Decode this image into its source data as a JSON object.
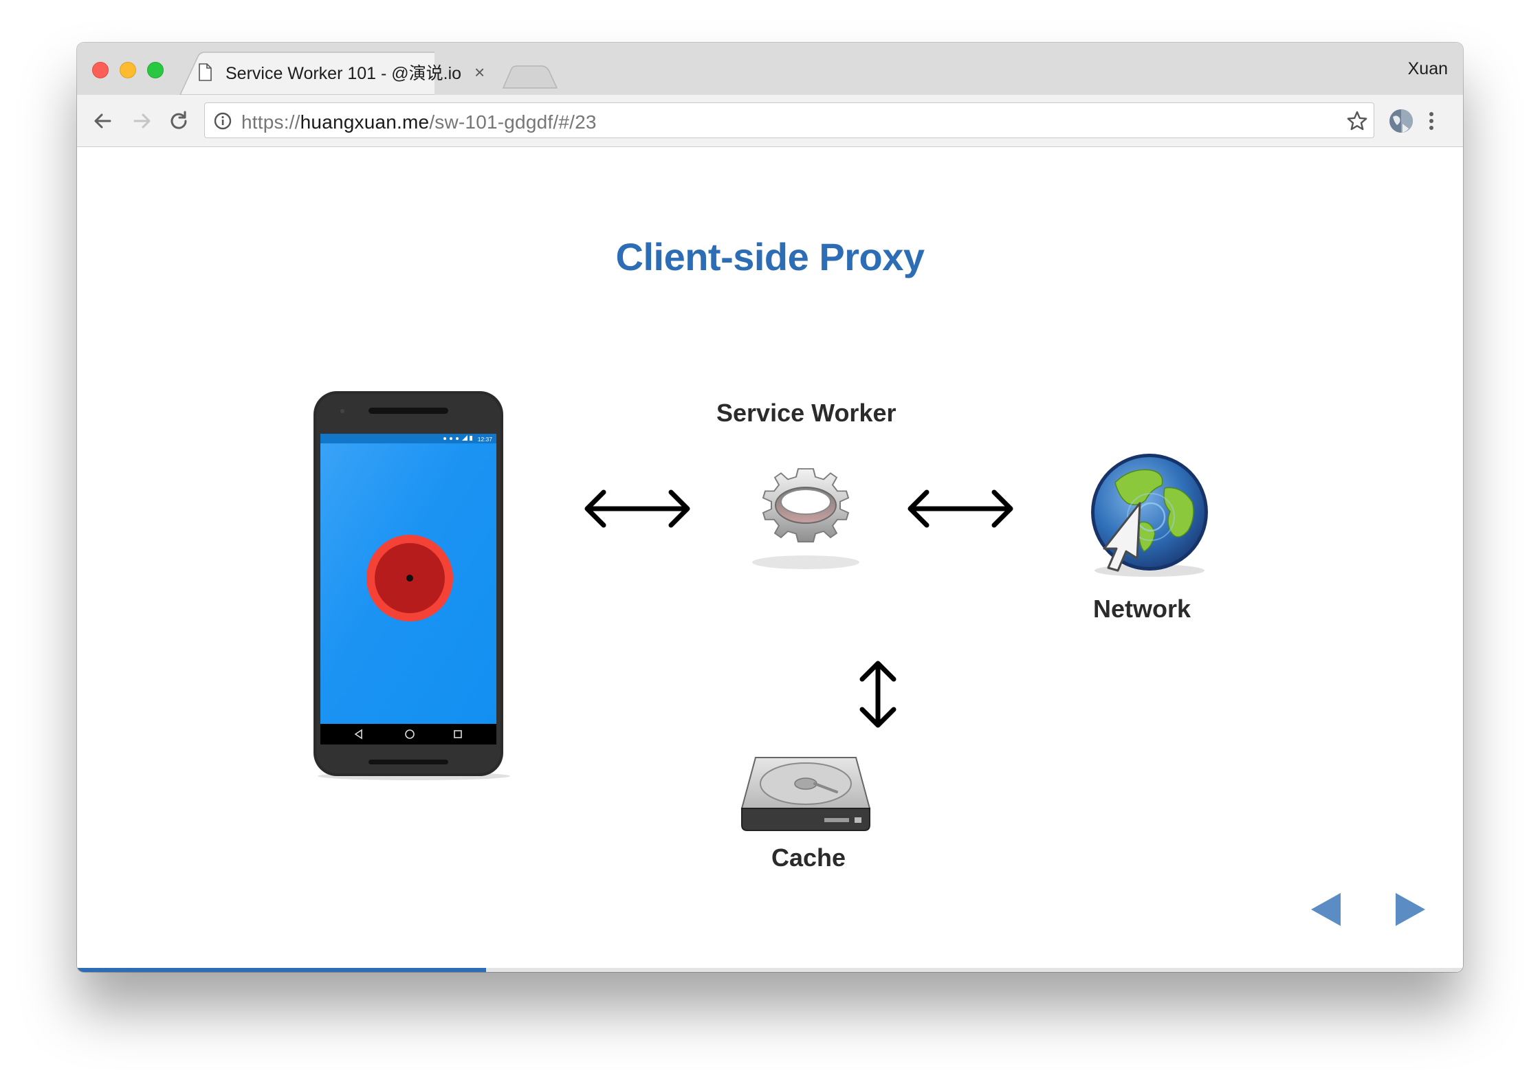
{
  "browser": {
    "tab_title": "Service Worker 101 - @演说.io",
    "tab_close": "×",
    "profile_name": "Xuan",
    "url_scheme": "https://",
    "url_host": "huangxuan.me",
    "url_path": "/sw-101-gdgdf/#/23",
    "icons": [
      "back-icon",
      "forward-icon",
      "reload-icon",
      "info-icon",
      "star-icon",
      "extension-icon",
      "menu-icon",
      "document-icon"
    ]
  },
  "slide": {
    "title": "Client-side Proxy",
    "service_worker_label": "Service Worker",
    "network_label": "Network",
    "cache_label": "Cache",
    "phone_status_time": "12:37",
    "progress_fraction": 0.295
  },
  "colors": {
    "title": "#2c6db5",
    "progress": "#2c6db5",
    "nav_arrows": "#5b8dc4",
    "phone_screen": "#1793f4",
    "record_button": "#f44336"
  }
}
